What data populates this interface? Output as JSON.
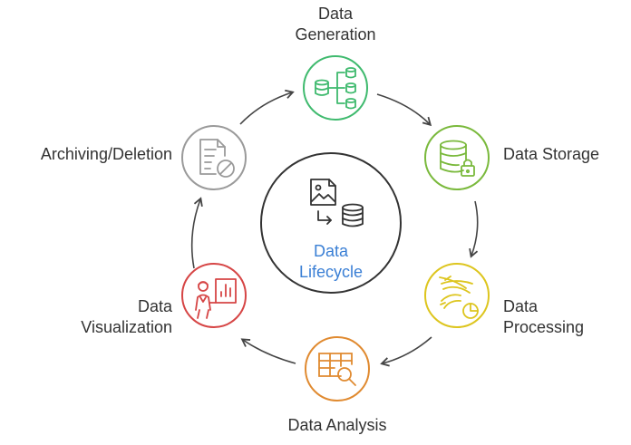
{
  "center": {
    "line1": "Data",
    "line2": "Lifecycle",
    "color": "#3a7fd5"
  },
  "stages": [
    {
      "line1": "Data",
      "line2": "Generation",
      "color": "#3fba6e",
      "icon": "database-tree-icon"
    },
    {
      "line1": "Data Storage",
      "color": "#7ab93c",
      "icon": "database-lock-icon"
    },
    {
      "line1": "Data",
      "line2": "Processing",
      "color": "#ddc51e",
      "icon": "flow-chart-icon"
    },
    {
      "line1": "Data Analysis",
      "color": "#e08a30",
      "icon": "table-search-icon"
    },
    {
      "line1": "Data",
      "line2": "Visualization",
      "color": "#d64545",
      "icon": "presenter-chart-icon"
    },
    {
      "line1": "Archiving/Deletion",
      "color": "#9a9a9a",
      "icon": "document-blocked-icon"
    }
  ]
}
